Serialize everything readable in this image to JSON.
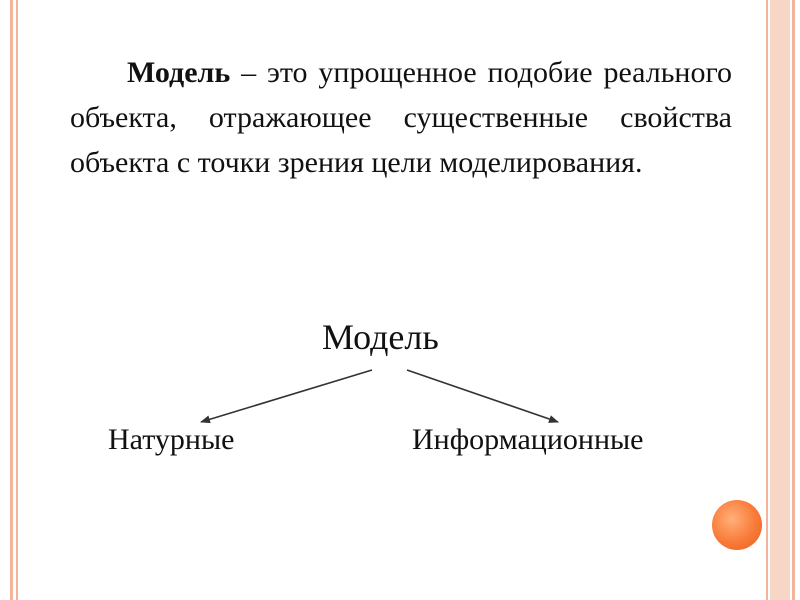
{
  "definition": {
    "term": "Модель",
    "text": " – это упрощенное подобие реального объекта, отражающее существенные свойства объекта с точки зрения цели моделирования."
  },
  "tree": {
    "root": "Модель",
    "children": [
      "Натурные",
      "Информационные"
    ]
  },
  "colors": {
    "frame": "#f3b49a",
    "frame_band": "#f7d6c6",
    "accent_dot": "#f97a38"
  }
}
